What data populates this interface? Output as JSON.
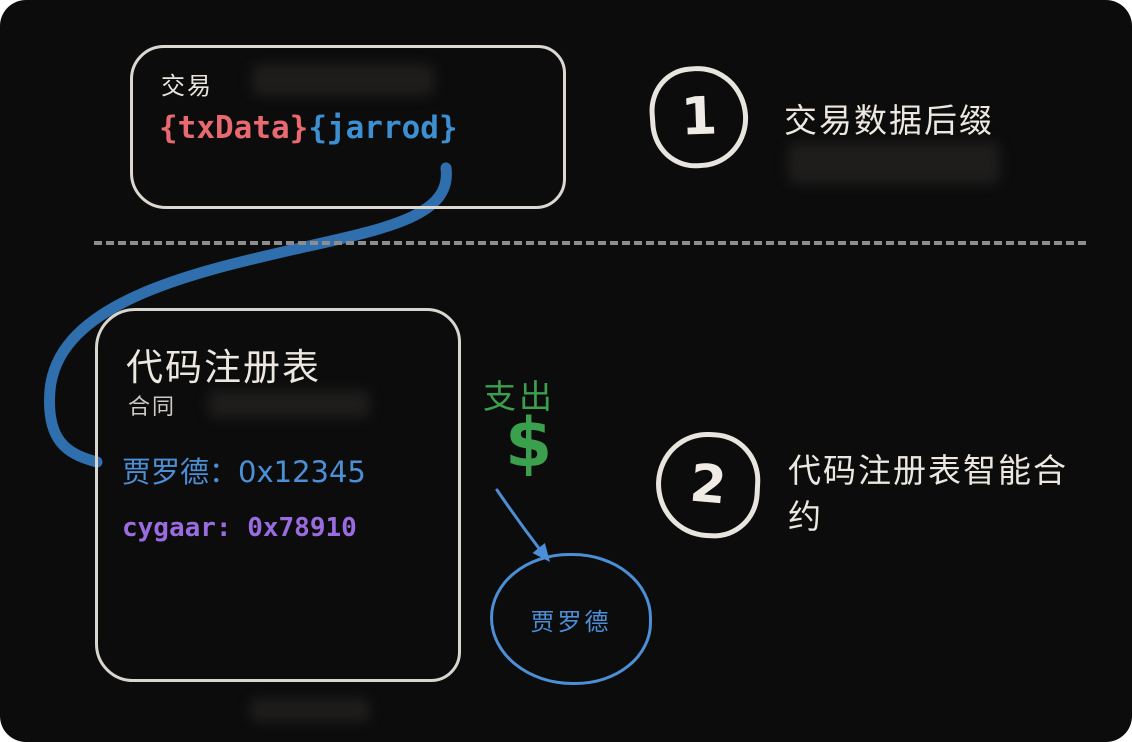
{
  "canvas": {
    "background": "#0c0c0c",
    "stroke_white": "#e8e5de"
  },
  "transaction_box": {
    "title": "交易",
    "code_red": "{txData}",
    "code_blue": "{jarrod}",
    "code_red_color": "#e8696f",
    "code_blue_color": "#3d8fd1"
  },
  "step1": {
    "number": "1",
    "label": "交易数据后缀"
  },
  "registry_box": {
    "title": "代码注册表",
    "subtitle": "合同",
    "entries": [
      {
        "text": "贾罗德：0x12345",
        "color": "#4c8fd6"
      },
      {
        "text": "cygaar: 0x78910",
        "color": "#9b6ce0"
      }
    ]
  },
  "payment": {
    "label": "支出",
    "symbol": "$",
    "color": "#3aa04e"
  },
  "step2": {
    "number": "2",
    "label": "代码注册表智能合约"
  },
  "jarrod_node": {
    "label": "贾罗德",
    "color": "#4c8fd6"
  },
  "connectors": {
    "curve_color": "#2f6fad",
    "arrow_color": "#4c8fd6"
  }
}
